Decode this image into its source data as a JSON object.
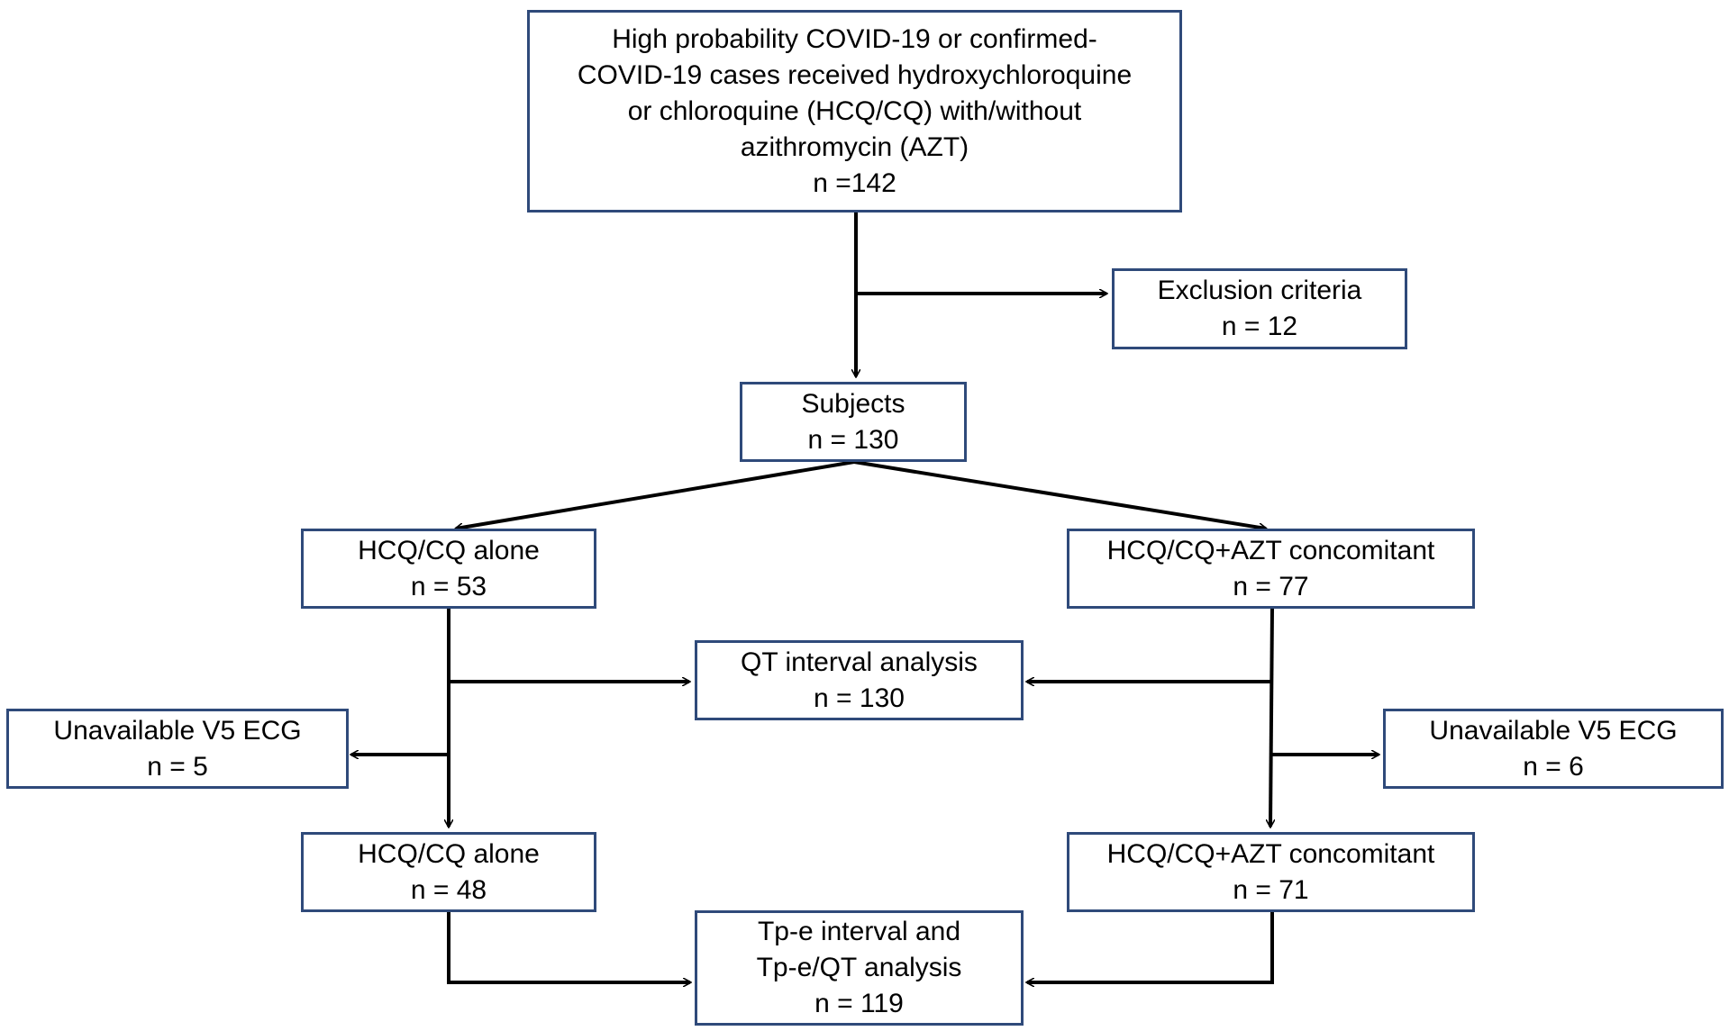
{
  "nodes": {
    "start": {
      "lines": [
        "High probability  COVID-19 or confirmed-",
        "COVID-19 cases received hydroxychloroquine",
        "or chloroquine  (HCQ/CQ) with/without",
        "azithromycin (AZT)"
      ],
      "count": "n =142"
    },
    "exclusion": {
      "label": "Exclusion criteria",
      "count": "n = 12"
    },
    "subjects": {
      "label": "Subjects",
      "count": "n = 130"
    },
    "hcq_alone_1": {
      "label": "HCQ/CQ alone",
      "count": "n = 53"
    },
    "hcq_azt_1": {
      "label": "HCQ/CQ+AZT concomitant",
      "count": "n = 77"
    },
    "qt_analysis": {
      "label": "QT interval  analysis",
      "count": "n = 130"
    },
    "unavail_left": {
      "label": "Unavailable  V5 ECG",
      "count": "n = 5"
    },
    "unavail_right": {
      "label": "Unavailable  V5 ECG",
      "count": "n = 6"
    },
    "hcq_alone_2": {
      "label": "HCQ/CQ alone",
      "count": "n = 48"
    },
    "hcq_azt_2": {
      "label": "HCQ/CQ+AZT concomitant",
      "count": "n = 71"
    },
    "tpe_analysis": {
      "lines": [
        "Tp-e interval and",
        "Tp-e/QT  analysis"
      ],
      "count": "n = 119"
    }
  },
  "colors": {
    "box_border": "#2f4a7a",
    "arrow": "#000000",
    "text": "#000000"
  }
}
